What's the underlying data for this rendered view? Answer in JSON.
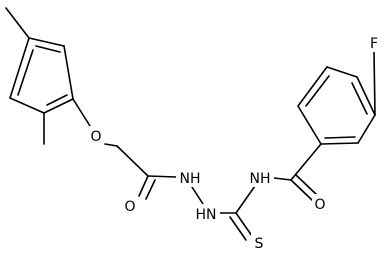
{
  "molecule": {
    "labels": {
      "o_ether": "O",
      "o_carbonyl_1": "O",
      "nh_1": "NH",
      "hn_2": "HN",
      "nh_3": "NH",
      "s_thio": "S",
      "o_carbonyl_2": "O",
      "f_sub": "F"
    }
  },
  "colors": {
    "bond": "#000000",
    "background": "#ffffff"
  }
}
